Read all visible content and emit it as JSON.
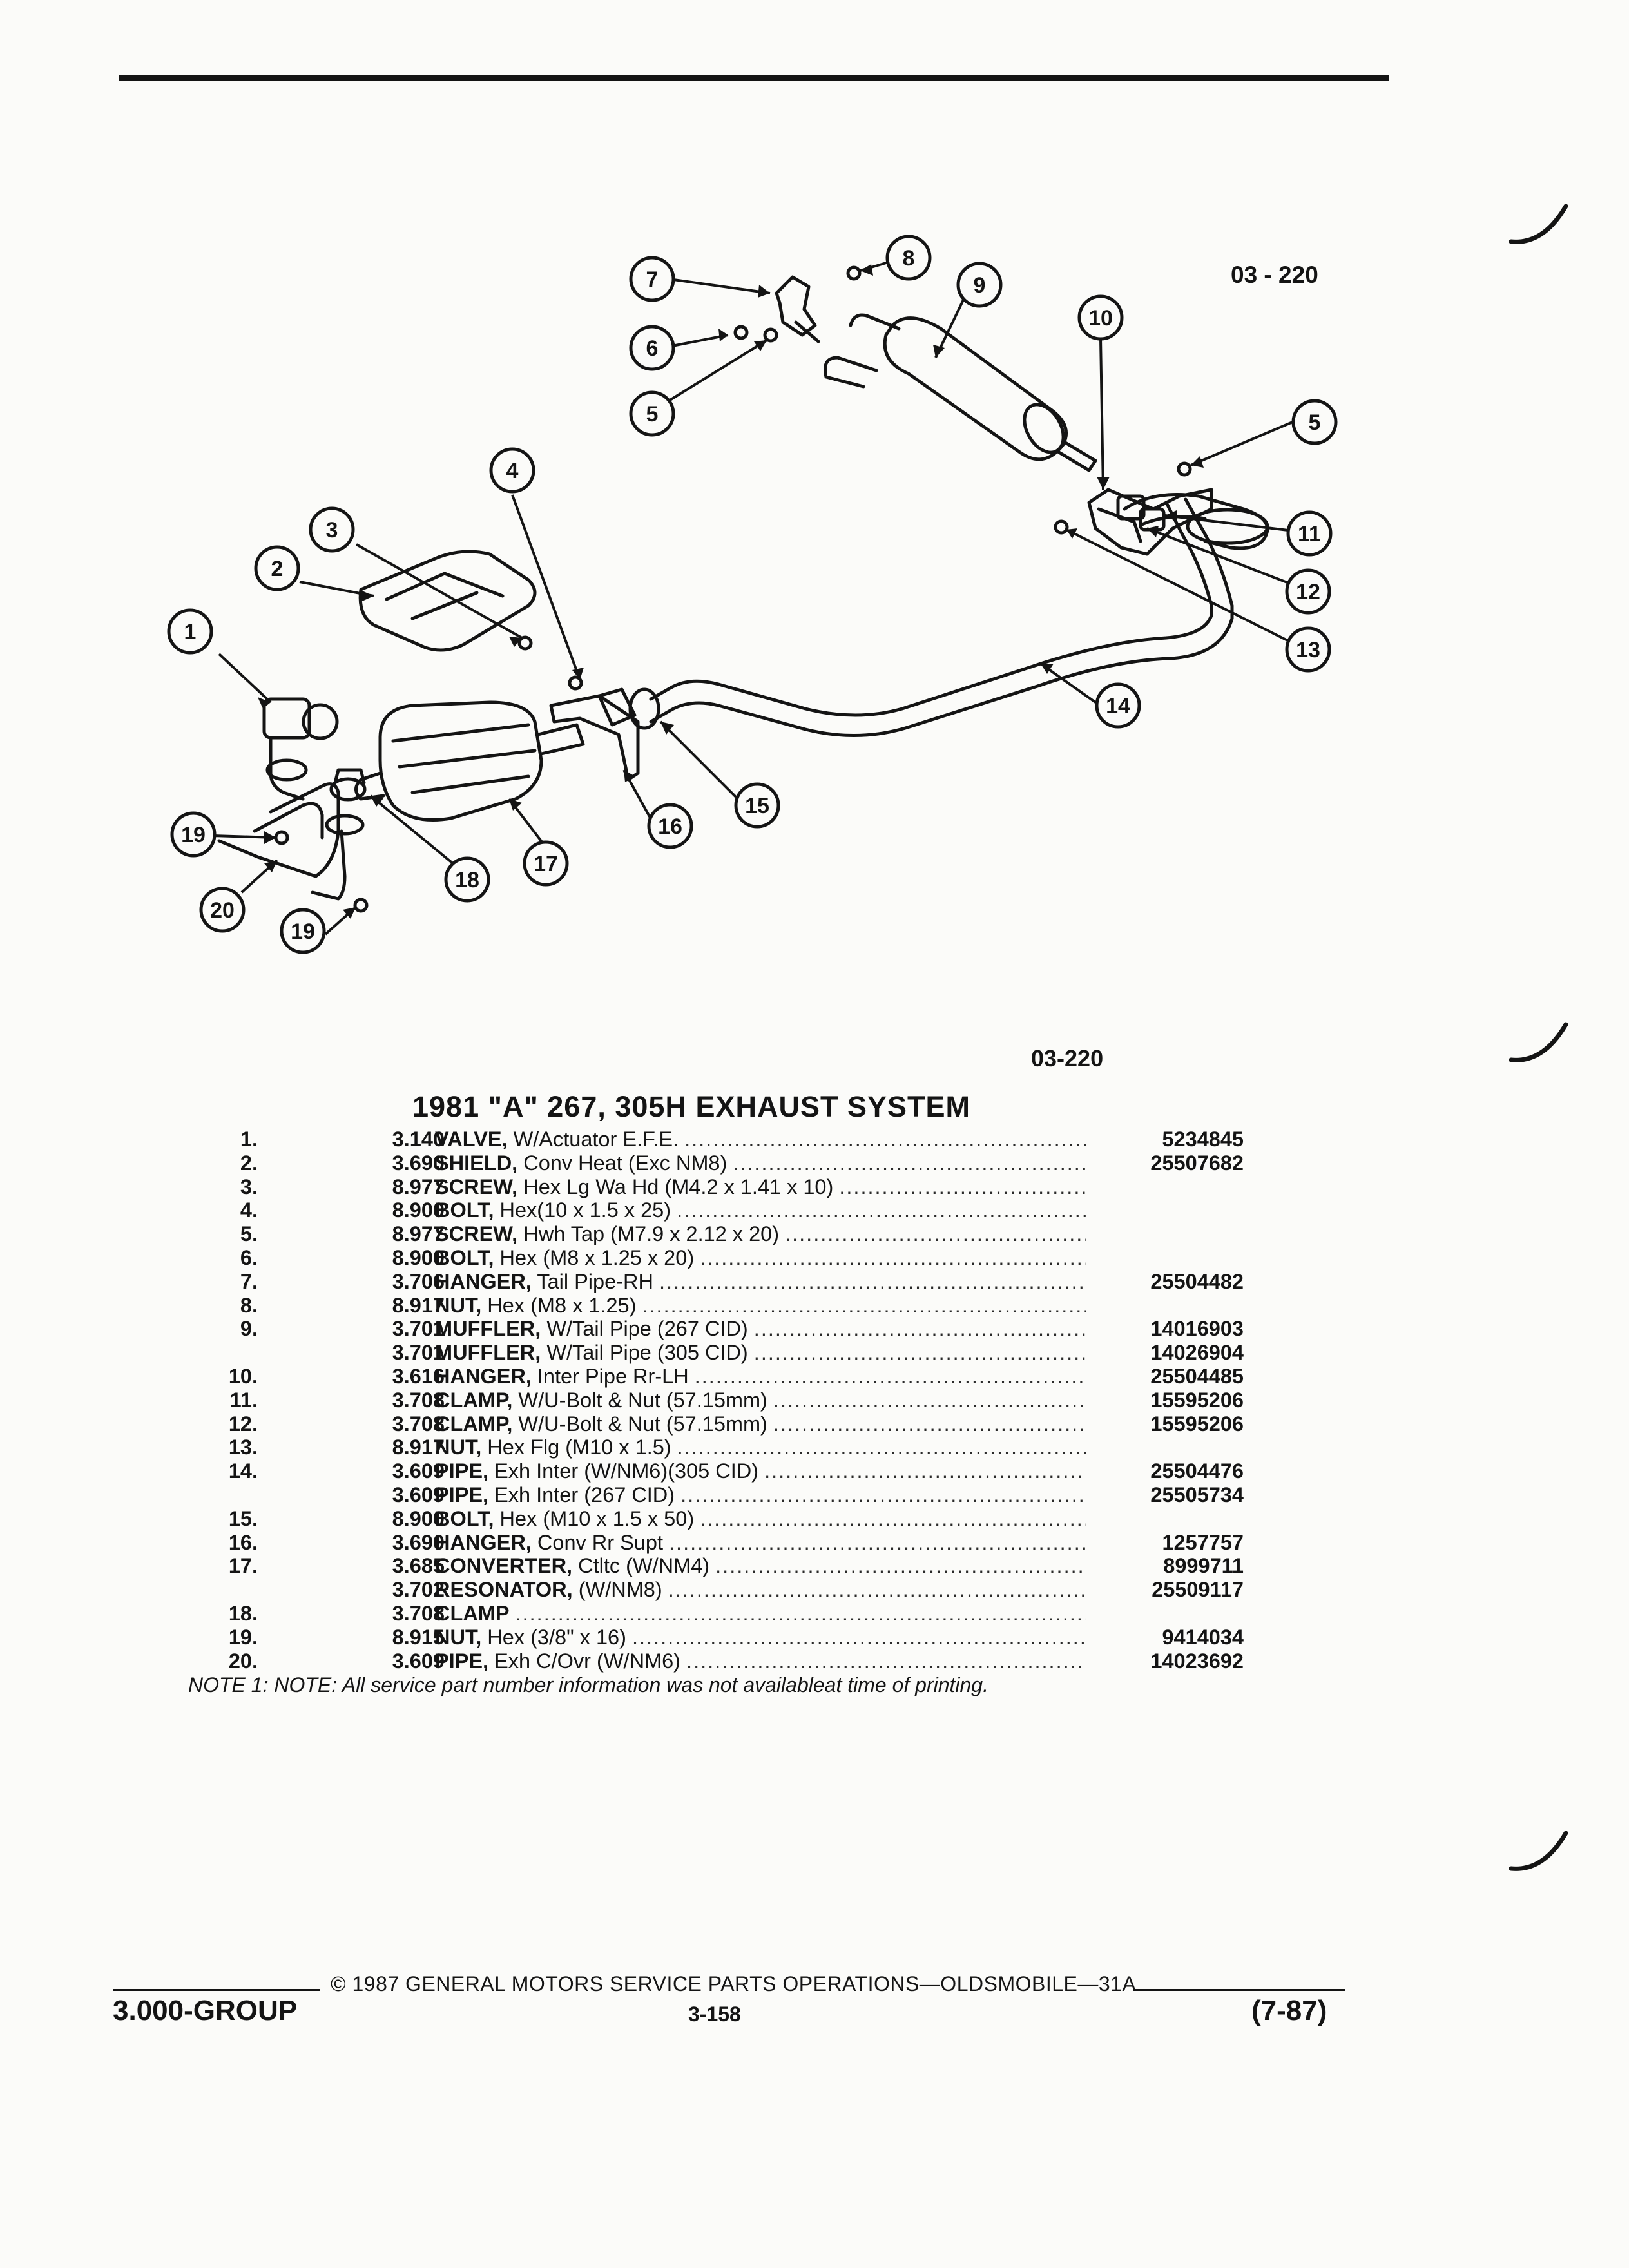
{
  "diagram": {
    "reference_top": "03 - 220",
    "reference_bottom": "03-220",
    "callouts": [
      "1",
      "2",
      "3",
      "4",
      "5",
      "5",
      "6",
      "7",
      "8",
      "9",
      "10",
      "11",
      "12",
      "13",
      "14",
      "15",
      "16",
      "17",
      "18",
      "19",
      "19",
      "20"
    ]
  },
  "title": "1981 \"A\" 267, 305H EXHAUST SYSTEM",
  "parts": [
    {
      "no": "1.",
      "group": "3.140",
      "name": "VALVE,",
      "spec": "W/Actuator E.F.E.",
      "part": "5234845"
    },
    {
      "no": "2.",
      "group": "3.690",
      "name": "SHIELD,",
      "spec": "Conv Heat (Exc NM8)",
      "part": "25507682"
    },
    {
      "no": "3.",
      "group": "8.977",
      "name": "SCREW,",
      "spec": "Hex Lg Wa Hd (M4.2 x 1.41 x 10)",
      "part": ""
    },
    {
      "no": "4.",
      "group": "8.900",
      "name": "BOLT,",
      "spec": "Hex(10 x 1.5 x 25)",
      "part": ""
    },
    {
      "no": "5.",
      "group": "8.977",
      "name": "SCREW,",
      "spec": "Hwh Tap (M7.9 x 2.12 x 20)",
      "part": ""
    },
    {
      "no": "6.",
      "group": "8.900",
      "name": "BOLT,",
      "spec": "Hex (M8 x 1.25 x 20)",
      "part": ""
    },
    {
      "no": "7.",
      "group": "3.706",
      "name": "HANGER,",
      "spec": "Tail Pipe-RH",
      "part": "25504482"
    },
    {
      "no": "8.",
      "group": "8.917",
      "name": "NUT,",
      "spec": "Hex (M8 x 1.25)",
      "part": ""
    },
    {
      "no": "9.",
      "group": "3.701",
      "name": "MUFFLER,",
      "spec": "W/Tail Pipe (267 CID)",
      "part": "14016903"
    },
    {
      "no": "",
      "group": "3.701",
      "name": "MUFFLER,",
      "spec": "W/Tail Pipe (305 CID)",
      "part": "14026904"
    },
    {
      "no": "10.",
      "group": "3.616",
      "name": "HANGER,",
      "spec": "Inter Pipe Rr-LH",
      "part": "25504485"
    },
    {
      "no": "11.",
      "group": "3.708",
      "name": "CLAMP,",
      "spec": "W/U-Bolt & Nut (57.15mm)",
      "part": "15595206"
    },
    {
      "no": "12.",
      "group": "3.708",
      "name": "CLAMP,",
      "spec": "W/U-Bolt & Nut (57.15mm)",
      "part": "15595206"
    },
    {
      "no": "13.",
      "group": "8.917",
      "name": "NUT,",
      "spec": "Hex Flg (M10 x 1.5)",
      "part": ""
    },
    {
      "no": "14.",
      "group": "3.609",
      "name": "PIPE,",
      "spec": "Exh Inter (W/NM6)(305 CID)",
      "part": "25504476"
    },
    {
      "no": "",
      "group": "3.609",
      "name": "PIPE,",
      "spec": "Exh Inter (267 CID)",
      "part": "25505734"
    },
    {
      "no": "15.",
      "group": "8.900",
      "name": "BOLT,",
      "spec": "Hex (M10 x 1.5 x 50)",
      "part": ""
    },
    {
      "no": "16.",
      "group": "3.690",
      "name": "HANGER,",
      "spec": "Conv Rr Supt",
      "part": "1257757"
    },
    {
      "no": "17.",
      "group": "3.685",
      "name": "CONVERTER,",
      "spec": "Ctltc (W/NM4)",
      "part": "8999711"
    },
    {
      "no": "",
      "group": "3.702",
      "name": "RESONATOR,",
      "spec": "(W/NM8)",
      "part": "25509117"
    },
    {
      "no": "18.",
      "group": "3.708",
      "name": "CLAMP",
      "spec": "",
      "part": ""
    },
    {
      "no": "19.",
      "group": "8.915",
      "name": "NUT,",
      "spec": "Hex (3/8\" x 16)",
      "part": "9414034"
    },
    {
      "no": "20.",
      "group": "3.609",
      "name": "PIPE,",
      "spec": "Exh C/Ovr (W/NM6)",
      "part": "14023692"
    }
  ],
  "note": "NOTE 1: NOTE: All service part number information was not availableat time of printing.",
  "footer": {
    "copyright": "© 1987 GENERAL MOTORS SERVICE PARTS OPERATIONS—OLDSMOBILE—31A",
    "group": "3.000-GROUP",
    "page": "3-158",
    "date": "(7-87)"
  }
}
